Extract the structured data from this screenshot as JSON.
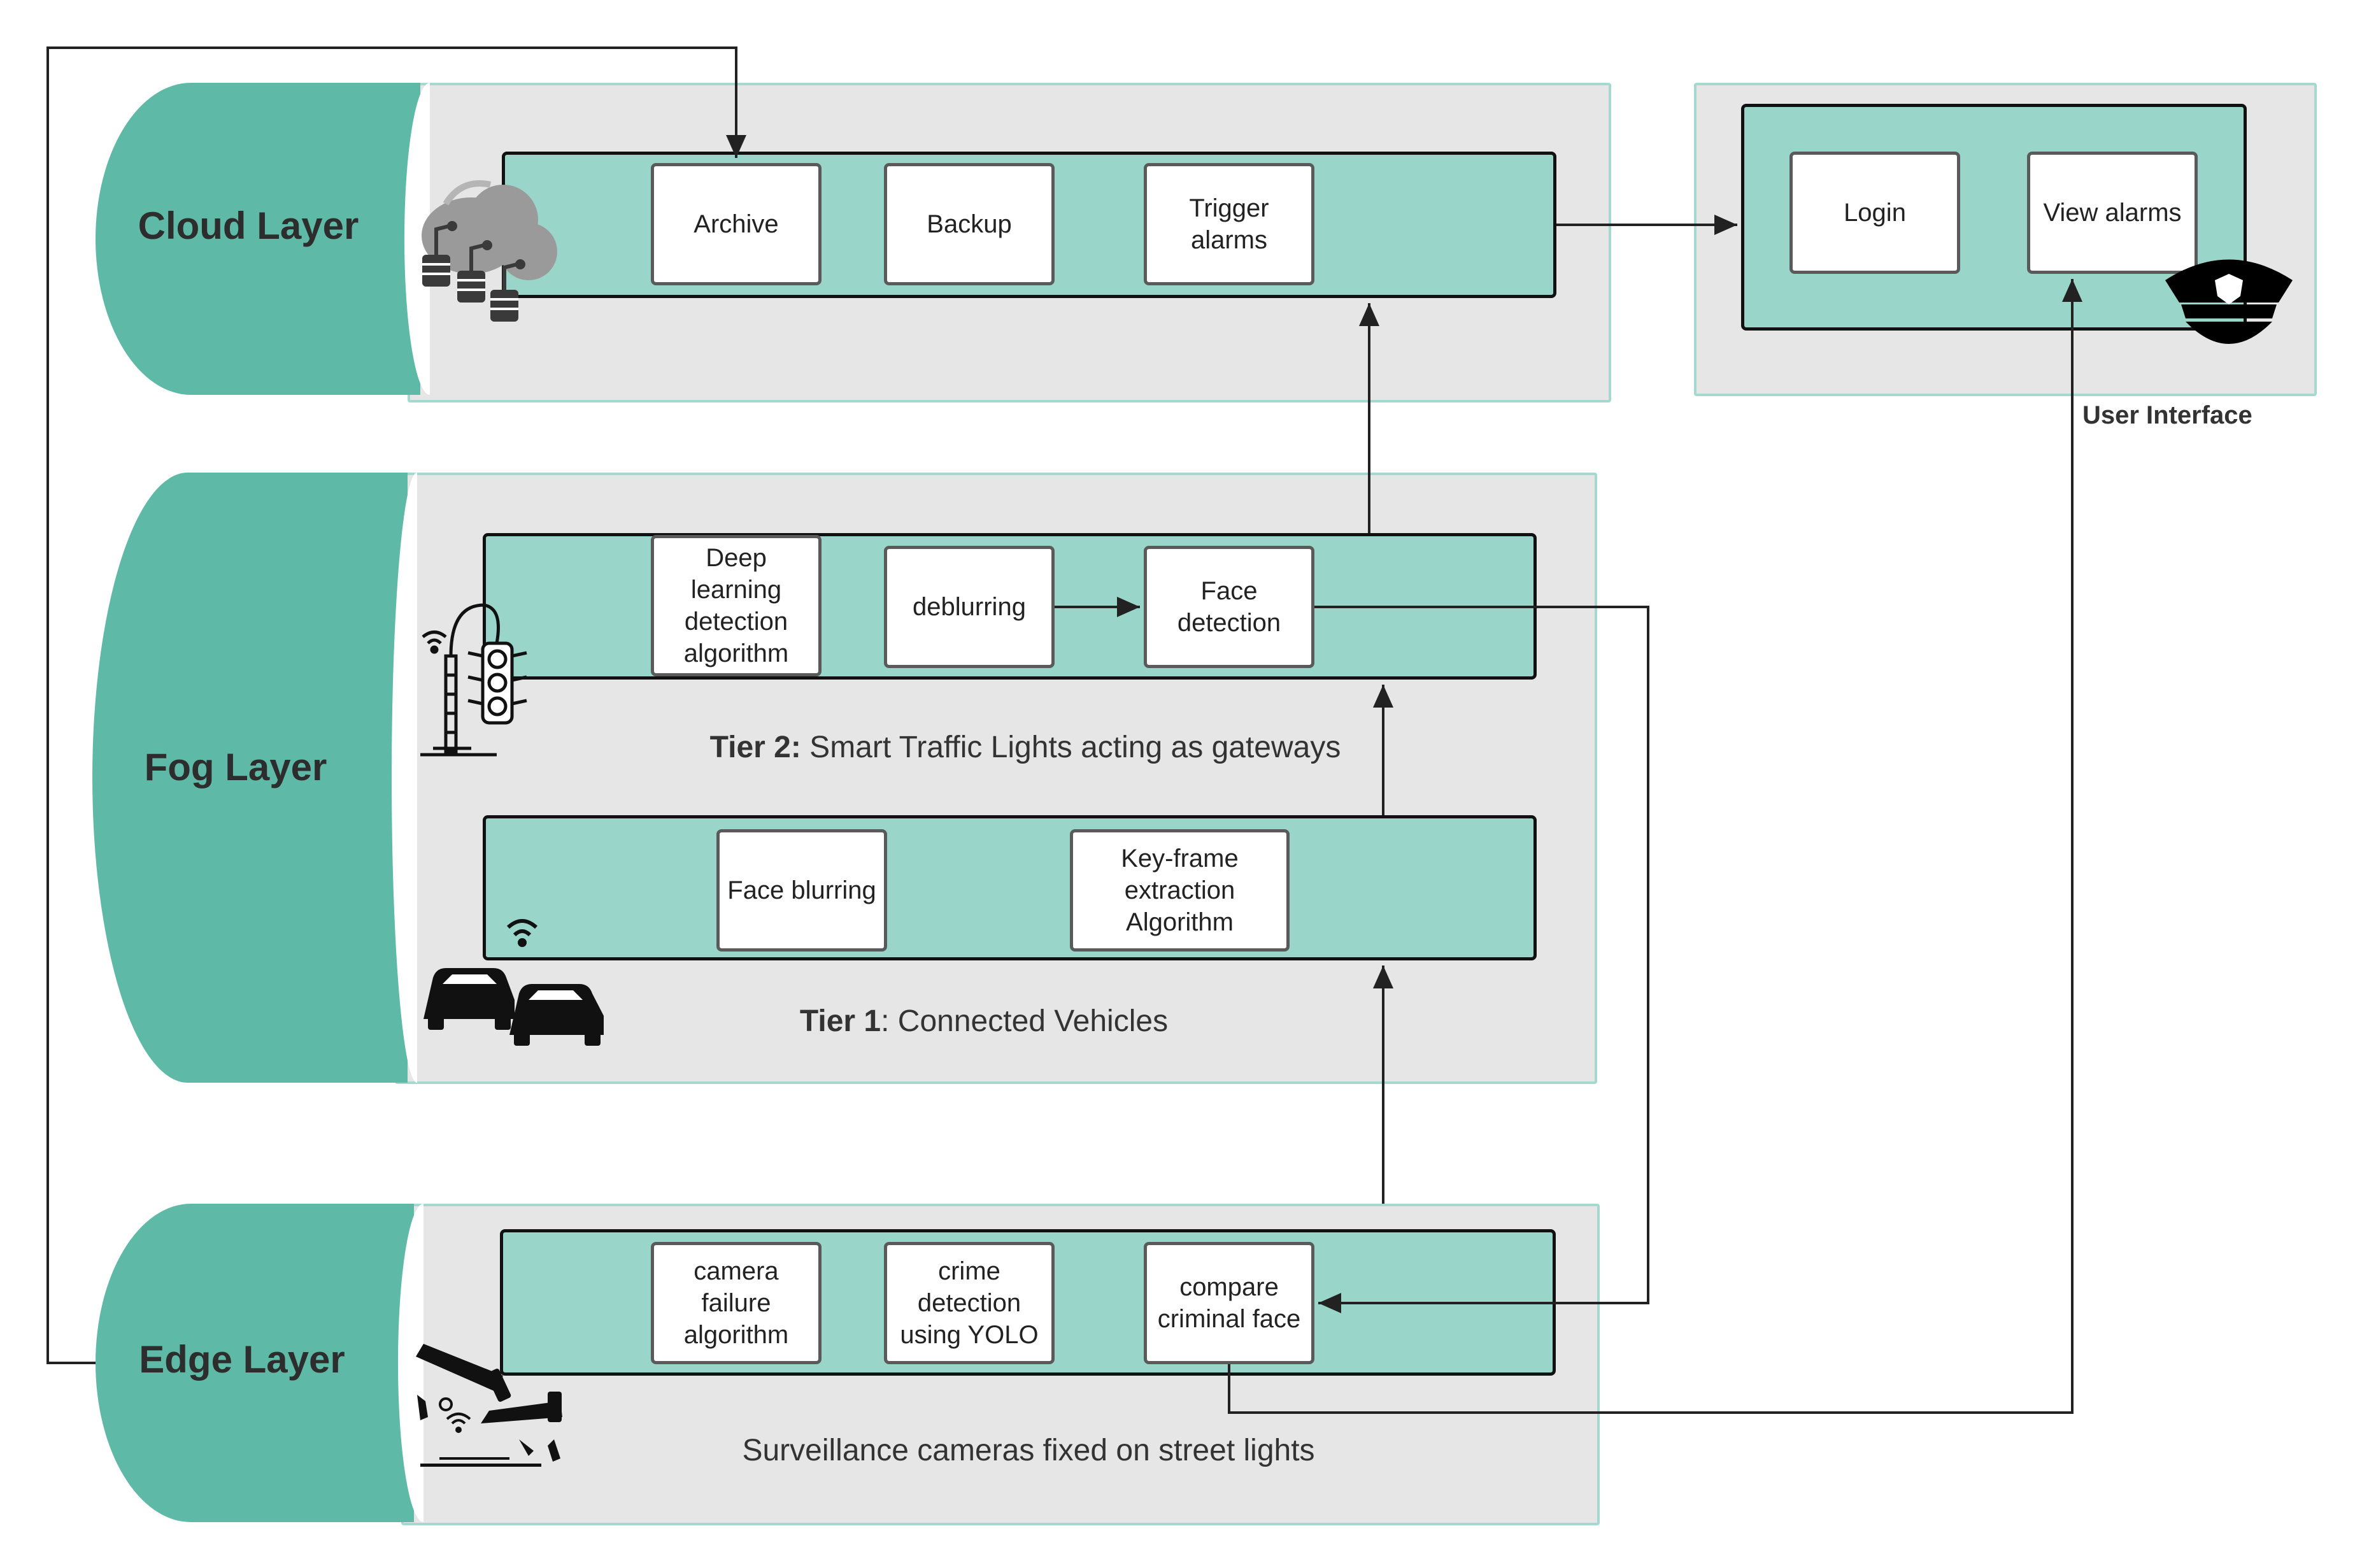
{
  "colors": {
    "layer_tab": "#5ebaa6",
    "tier_fill": "#99d5c9",
    "layer_background": "#e6e6e6",
    "layer_border": "#a5d8cf",
    "node_fill": "#ffffff",
    "arrow": "#222222"
  },
  "layers": {
    "cloud": {
      "label": "Cloud Layer",
      "icon": "cloud-database-icon",
      "nodes": [
        "Archive",
        "Backup",
        "Trigger alarms"
      ]
    },
    "fog": {
      "label": "Fog Layer",
      "tier2": {
        "icon": "smart-traffic-light-icon",
        "caption_bold": "Tier 2:",
        "caption_rest": " Smart Traffic Lights acting as gateways",
        "nodes": [
          "Deep learning detection algorithm",
          "deblurring",
          "Face detection"
        ]
      },
      "tier1": {
        "icon": "connected-vehicles-icon",
        "caption_bold": "Tier 1",
        "caption_rest": ": Connected Vehicles",
        "nodes": [
          "Face blurring",
          "Key-frame extraction Algorithm"
        ]
      }
    },
    "edge": {
      "label": "Edge Layer",
      "icon": "surveillance-camera-icon",
      "caption": "Surveillance cameras fixed on street lights",
      "nodes": [
        "camera failure algorithm",
        "crime detection using YOLO",
        "compare criminal face"
      ]
    }
  },
  "user_interface": {
    "caption": "User Interface",
    "icon": "police-cap-icon",
    "nodes": [
      "Login",
      "View alarms"
    ]
  }
}
